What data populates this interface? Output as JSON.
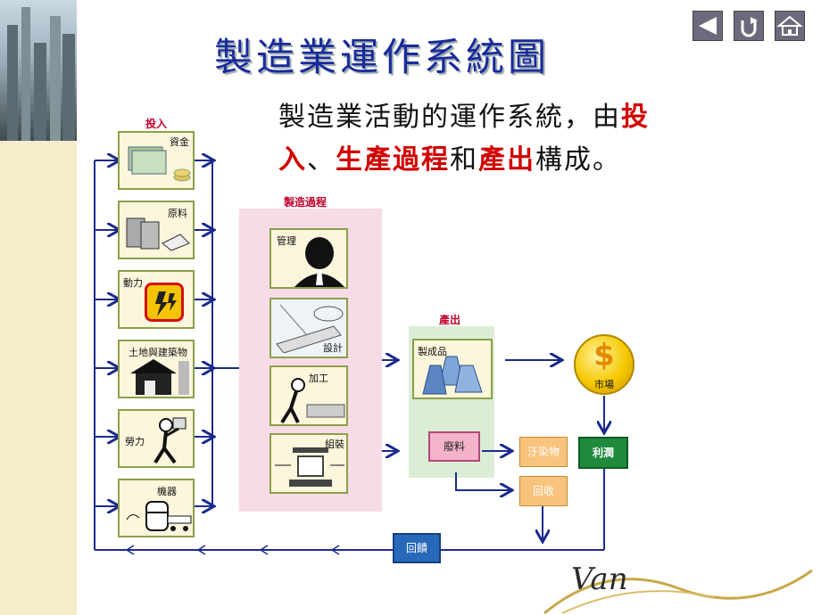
{
  "title": "製造業運作系統圖",
  "intro": {
    "line1_a": "製造業活動的運作系統，由",
    "line1_b": "投",
    "line2_a": "入",
    "line2_b": "、",
    "line2_c": "生產過程",
    "line2_d": "和",
    "line2_e": "產出",
    "line2_f": "構成。"
  },
  "input_label": "投入",
  "inputs": [
    "資金",
    "原料",
    "動力",
    "土地與建築物",
    "勞力",
    "機器"
  ],
  "process_label": "製造過程",
  "process": [
    "管理",
    "設計",
    "加工",
    "組裝"
  ],
  "output_label": "產出",
  "outputs": {
    "product": "製成品",
    "waste": "廢料"
  },
  "market": "市場",
  "pollution": "汙染物",
  "recycle": "回收",
  "profit": "利潤",
  "feedback": "回饋",
  "logo": "Van",
  "colors": {
    "title": "#1a2a9c",
    "arrow": "#1c2a8c",
    "emphasis": "#d10000",
    "accent_label": "#c0002b"
  },
  "icons": [
    "back-arrow-icon",
    "undo-icon",
    "home-icon"
  ]
}
